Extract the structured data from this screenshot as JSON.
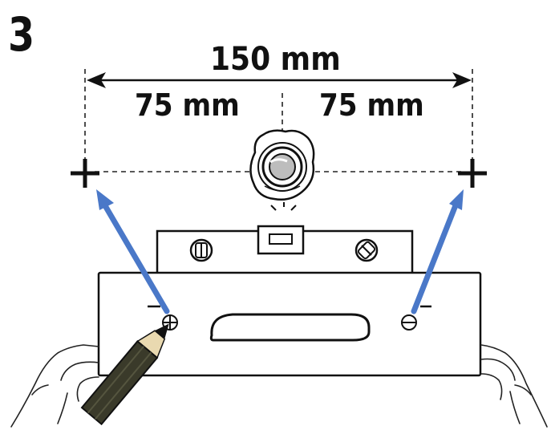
{
  "step": {
    "number": "3"
  },
  "dimensions": {
    "total": "150 mm",
    "left_half": "75 mm",
    "right_half": "75 mm"
  },
  "colors": {
    "arrow": "#4a78c8",
    "ink": "#111111",
    "pencil_body": "#3a3a2a",
    "pencil_tip": "#e9d9b0"
  },
  "icons": [
    "crosshair-mark",
    "spirit-level-icon",
    "bubble-vial-zoom-icon",
    "screw-icon",
    "pencil-icon",
    "hand-icon"
  ]
}
